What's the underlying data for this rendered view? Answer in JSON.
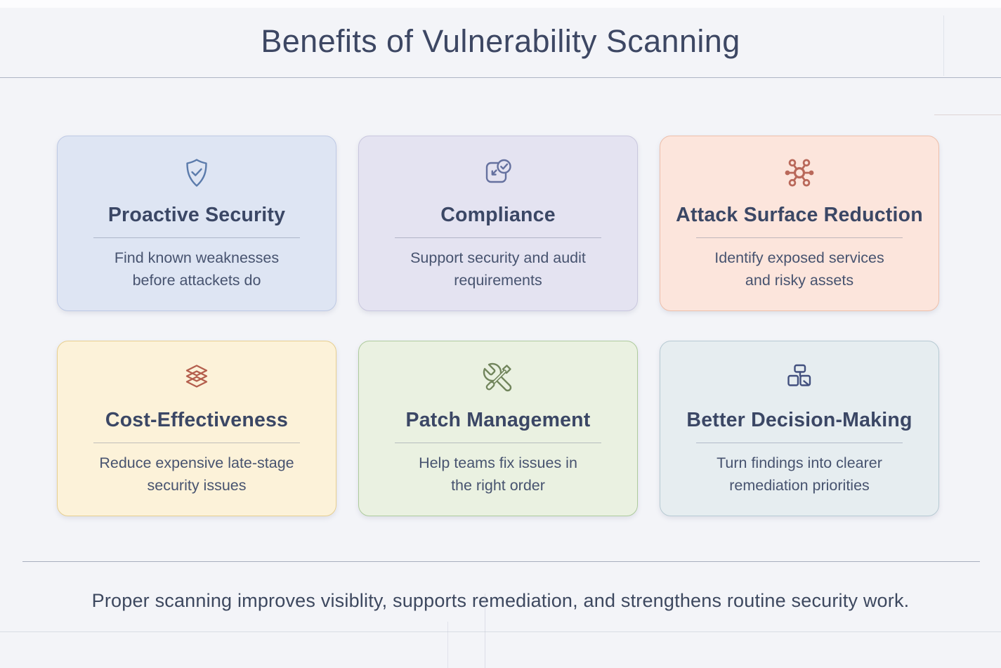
{
  "header": {
    "title": "Benefits of Vulnerability Scanning"
  },
  "cards": [
    {
      "icon": "shield-check-icon",
      "title": "Proactive Security",
      "description": "Find known weaknesses\nbefore attackets do",
      "colors": {
        "bg": "#dee5f3",
        "border": "#bec9e4",
        "icon": "#5b7bab"
      }
    },
    {
      "icon": "clipboard-check-icon",
      "title": "Compliance",
      "description": "Support security and audit\nrequirements",
      "colors": {
        "bg": "#e4e3f1",
        "border": "#c9c7de",
        "icon": "#65719f"
      }
    },
    {
      "icon": "network-hub-icon",
      "title": "Attack Surface Reduction",
      "description": "Identify exposed services\nand risky assets",
      "colors": {
        "bg": "#fce5dc",
        "border": "#edbfab",
        "icon": "#b9685a"
      }
    },
    {
      "icon": "layers-icon",
      "title": "Cost-Effectiveness",
      "description": "Reduce expensive late-stage\nsecurity issues",
      "colors": {
        "bg": "#fcf2d9",
        "border": "#e7cf90",
        "icon": "#b45f4d"
      }
    },
    {
      "icon": "tools-icon",
      "title": "Patch Management",
      "description": "Help teams fix issues in\nthe right order",
      "colors": {
        "bg": "#eaf1e1",
        "border": "#aecb9d",
        "icon": "#71855c"
      }
    },
    {
      "icon": "org-chart-icon",
      "title": "Better Decision-Making",
      "description": "Turn findings into clearer\nremediation priorities",
      "colors": {
        "bg": "#e6edf0",
        "border": "#b7cad3",
        "icon": "#42507e"
      }
    }
  ],
  "footer": {
    "text": "Proper scanning improves visiblity, supports remediation, and strengthens routine security work."
  }
}
